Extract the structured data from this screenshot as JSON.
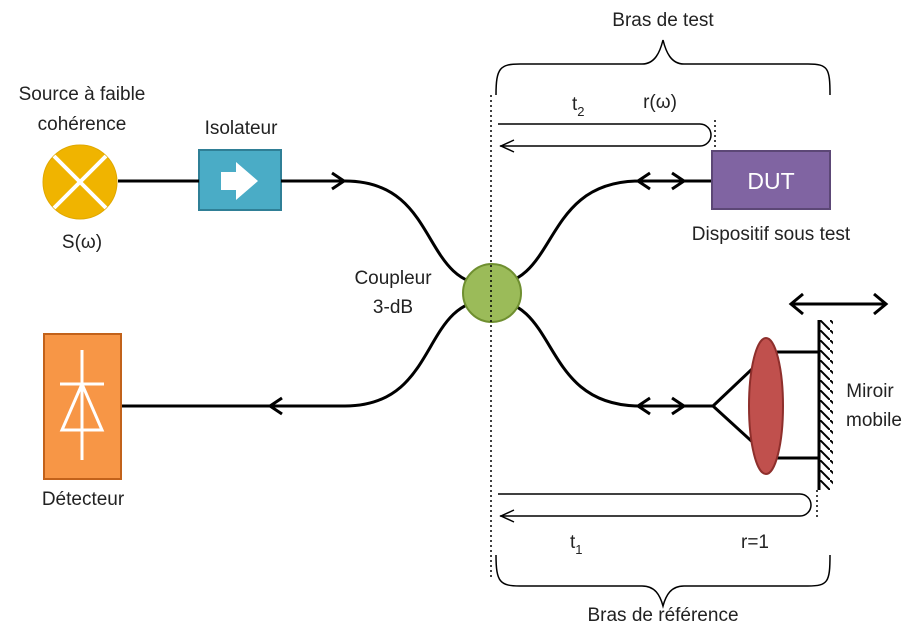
{
  "labels": {
    "source": [
      "Source à faible",
      "cohérence"
    ],
    "source_spectrum": "S(ω)",
    "isolator": "Isolateur",
    "coupler": [
      "Coupleur",
      "3-dB"
    ],
    "dut": "DUT",
    "dut_caption": "Dispositif sous test",
    "detector": "Détecteur",
    "mirror": [
      "Miroir",
      "mobile"
    ],
    "test_arm": "Bras de test",
    "reference_arm": "Bras de référence",
    "t2": {
      "base": "t",
      "sub": "2"
    },
    "r_omega": "r(ω)",
    "t1": {
      "base": "t",
      "sub": "1"
    },
    "r_ref": "r=1"
  },
  "colors": {
    "source": "#f0b400",
    "isolator": "#4aacc6",
    "isolator_border": "#2f7f96",
    "dut": "#8064a2",
    "dut_border": "#5c4776",
    "detector": "#f79646",
    "detector_border": "#c2621a",
    "coupler": "#9bbb59",
    "coupler_border": "#6f8f30",
    "lens": "#c0504d",
    "lens_border": "#8e2f2c",
    "line": "#000000"
  },
  "icons": {
    "isolator": "right-arrow-icon",
    "detector": "photodiode-icon",
    "source": "lamp-cross-icon"
  }
}
